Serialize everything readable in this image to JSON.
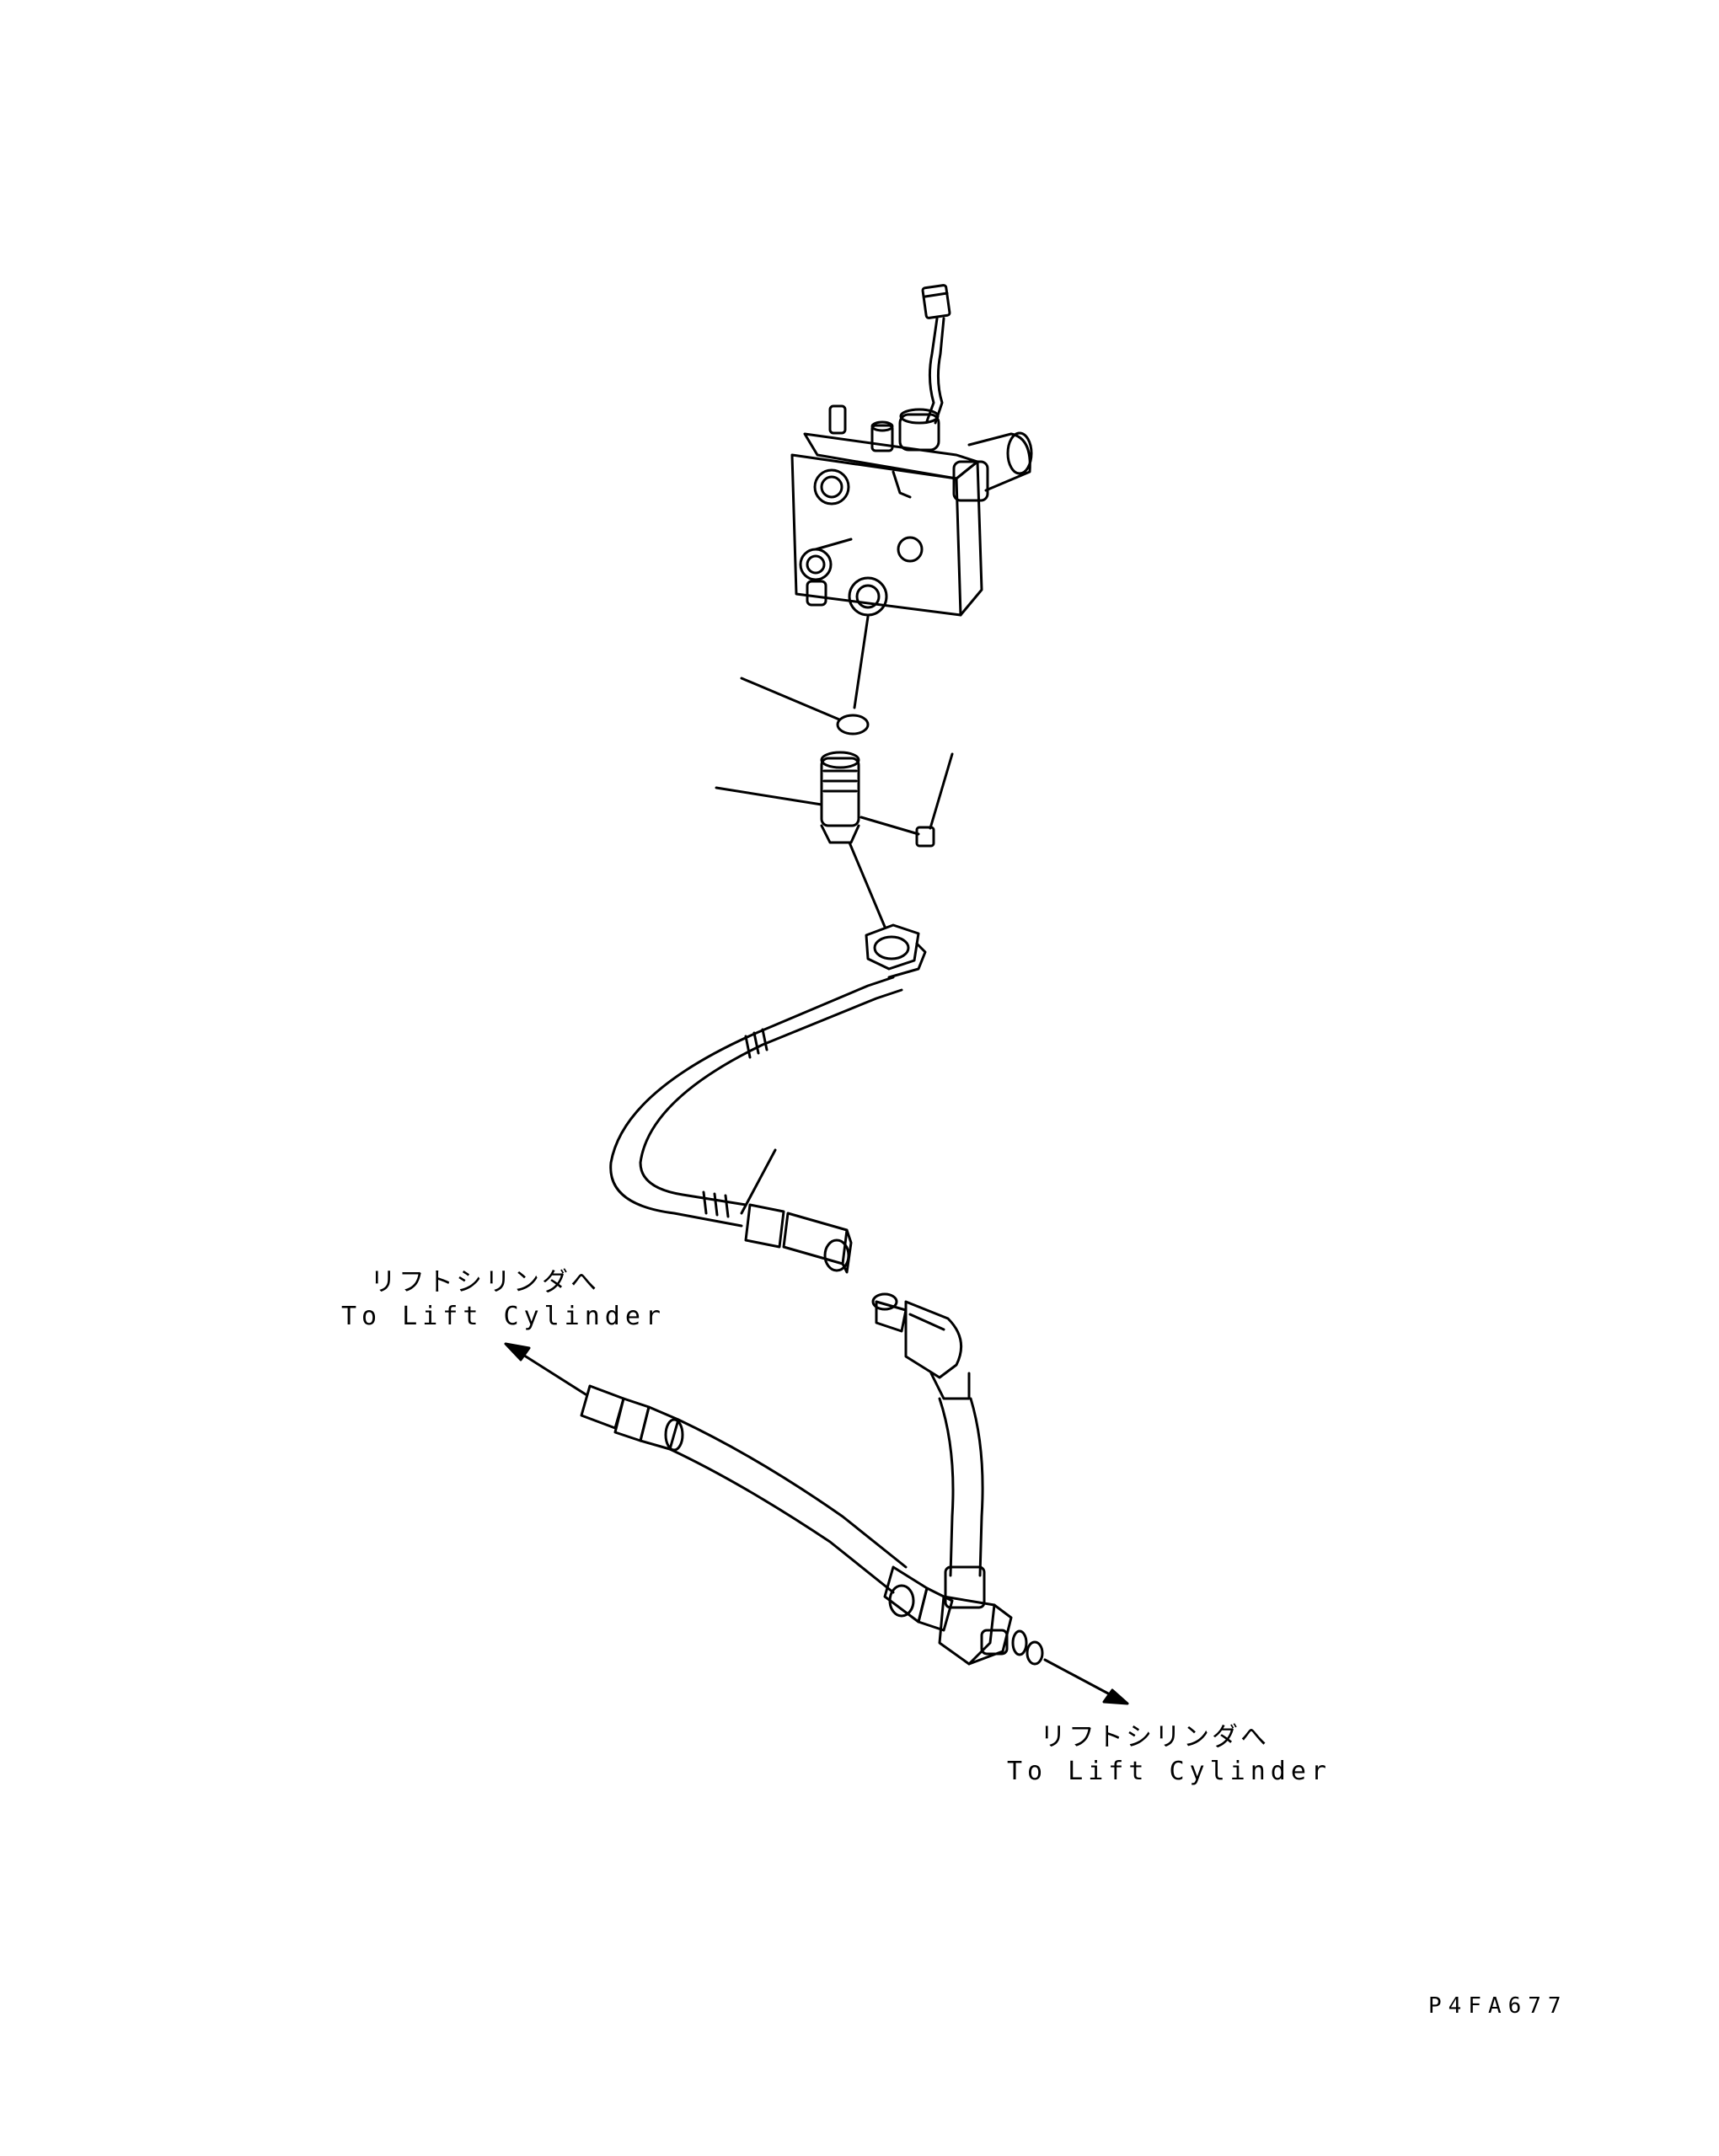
{
  "labels": {
    "upper_left": {
      "jp": "リフトシリンダへ",
      "en": "To Lift Cylinder"
    },
    "lower_right": {
      "jp": "リフトシリンダへ",
      "en": "To Lift Cylinder"
    }
  },
  "drawing_code": "P4FA677",
  "colors": {
    "line": "#000000",
    "background": "#ffffff"
  }
}
